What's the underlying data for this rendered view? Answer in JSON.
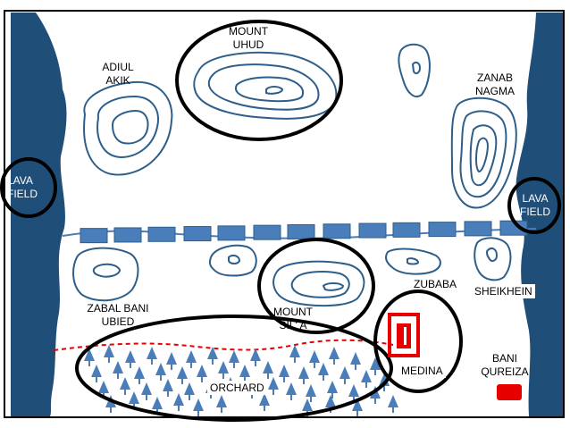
{
  "colors": {
    "lava": "#1f4e79",
    "contour": "#2e5f8a",
    "wall_block": "#4a7ebb",
    "medina": "#e60000",
    "trench": "#e60000",
    "tree": "#4a7ebb",
    "ring": "#000000",
    "frame": "#000000"
  },
  "icons": {
    "tree": "tree-icon",
    "medina_building": "building-icon",
    "bani_qureiza_marker": "square-marker-icon"
  },
  "labels": {
    "mount_uhud": [
      "MOUNT",
      "UHUD"
    ],
    "adiul_akik": [
      "ADIUL",
      "AKIK"
    ],
    "zanab_nagma": [
      "ZANAB",
      "NAGMA"
    ],
    "lava_field_left": [
      "LAVA",
      "FIELD"
    ],
    "lava_field_right": [
      "LAVA",
      "FIELD"
    ],
    "zubaba": "ZUBABA",
    "sheikhein": "SHEIKHEIN",
    "zabal_bani_ubied": [
      "ZABAL BANI",
      "UBIED"
    ],
    "mount_sila": [
      "MOUNT",
      "SIL' A"
    ],
    "medina": "MEDINA",
    "bani_qureiza": [
      "BANI",
      "QUREIZA"
    ],
    "orchard": "ORCHARD"
  }
}
